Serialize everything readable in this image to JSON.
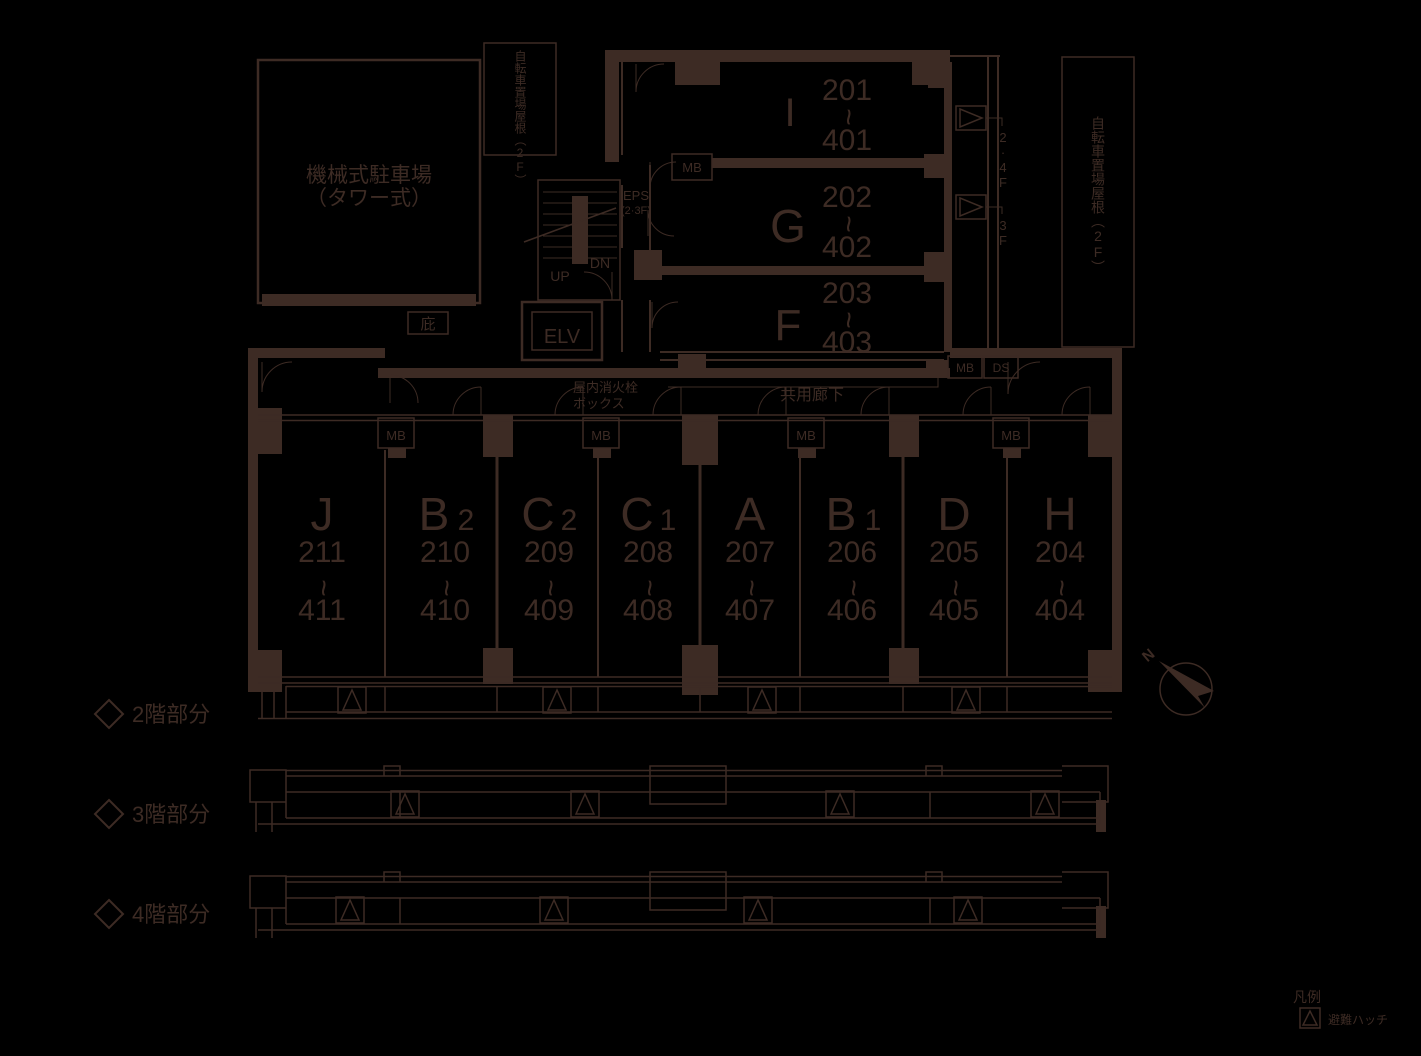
{
  "colors": {
    "ink": "#3d2b24",
    "background": "#000000"
  },
  "parking": {
    "name_line1": "機械式駐車場",
    "name_line2": "（タワー式）",
    "canopy": "庇"
  },
  "bicycle_shed_top": {
    "label": "自転車置場屋根（2F）"
  },
  "bicycle_shed_right": {
    "label": "自転車置場屋根（2F）"
  },
  "stairs": {
    "up": "UP",
    "down": "DN"
  },
  "elevator": {
    "label": "ELV"
  },
  "eps": {
    "line1": "EPS",
    "line2": "(2·3F)"
  },
  "corridor": {
    "label": "共用廊下",
    "hydrant_line1": "屋内消火栓",
    "hydrant_line2": "ボックス"
  },
  "meter_box_label": "MB",
  "duct_space_label": "DS",
  "range_tilde": "~",
  "upper_units": [
    {
      "letter": "I",
      "room_from": "201",
      "room_to": "401"
    },
    {
      "letter": "G",
      "room_from": "202",
      "room_to": "402"
    },
    {
      "letter": "F",
      "room_from": "203",
      "room_to": "403"
    }
  ],
  "lower_units": [
    {
      "letter": "J",
      "suffix": "",
      "room_from": "211",
      "room_to": "411"
    },
    {
      "letter": "B",
      "suffix": "2",
      "room_from": "210",
      "room_to": "410"
    },
    {
      "letter": "C",
      "suffix": "2",
      "room_from": "209",
      "room_to": "409"
    },
    {
      "letter": "C",
      "suffix": "1",
      "room_from": "208",
      "room_to": "408"
    },
    {
      "letter": "A",
      "suffix": "",
      "room_from": "207",
      "room_to": "407"
    },
    {
      "letter": "B",
      "suffix": "1",
      "room_from": "206",
      "room_to": "406"
    },
    {
      "letter": "D",
      "suffix": "",
      "room_from": "205",
      "room_to": "405"
    },
    {
      "letter": "H",
      "suffix": "",
      "room_from": "204",
      "room_to": "404"
    }
  ],
  "side_hatches": [
    {
      "floors": "2·4F"
    },
    {
      "floors": "3F"
    }
  ],
  "floor_sections": [
    {
      "label": "2階部分"
    },
    {
      "label": "3階部分"
    },
    {
      "label": "4階部分"
    }
  ],
  "compass": {
    "north": "N"
  },
  "legend": {
    "title": "凡例",
    "hatch_label": "避難ハッチ"
  }
}
